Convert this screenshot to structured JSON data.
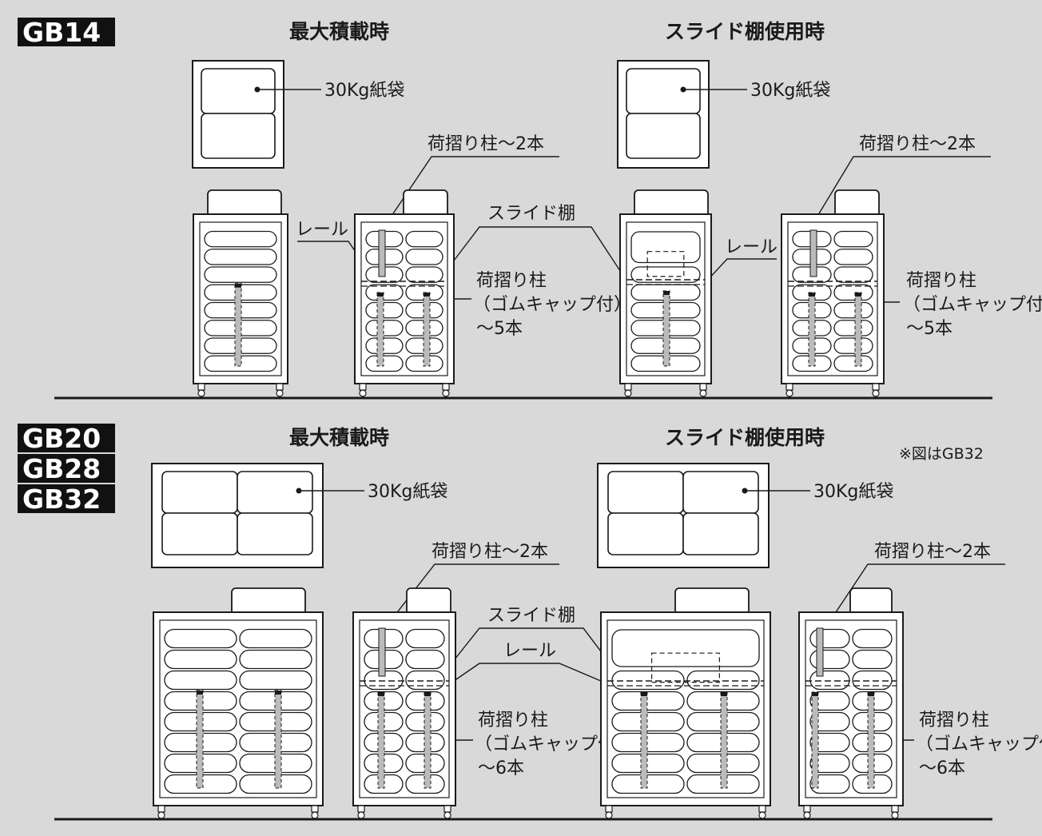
{
  "sections": [
    {
      "models": [
        "GB14"
      ],
      "heading_left": "最大積載時",
      "heading_right": "スライド棚使用時",
      "bag_label_left": "30Kg紙袋",
      "bag_label_right": "30Kg紙袋",
      "post2_left": "荷摺り柱〜2本",
      "post2_right": "荷摺り柱〜2本",
      "rail_left": "レール",
      "slide_shelf": "スライド棚",
      "rail_right": "レール",
      "post_cap_left": [
        "荷摺り柱",
        "（ゴムキャップ付）",
        "〜5本"
      ],
      "post_cap_right": [
        "荷摺り柱",
        "（ゴムキャップ付）",
        "〜5本"
      ]
    },
    {
      "models": [
        "GB20",
        "GB28",
        "GB32"
      ],
      "heading_left": "最大積載時",
      "heading_right": "スライド棚使用時",
      "note": "※図はGB32",
      "bag_label_left": "30Kg紙袋",
      "bag_label_right": "30Kg紙袋",
      "post2_left": "荷摺り柱〜2本",
      "post2_right": "荷摺り柱〜2本",
      "slide_shelf": "スライド棚",
      "rail": "レール",
      "post_cap_left": [
        "荷摺り柱",
        "（ゴムキャップ付）",
        "〜6本"
      ],
      "post_cap_right": [
        "荷摺り柱",
        "（ゴムキャップ付）",
        "〜6本"
      ]
    }
  ]
}
